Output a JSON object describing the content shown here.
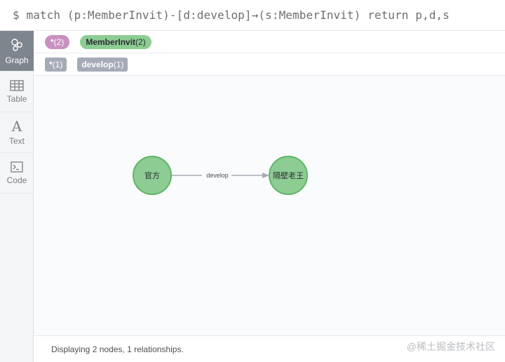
{
  "query": {
    "text": "$ match (p:MemberInvit)-[d:develop]→(s:MemberInvit) return p,d,s"
  },
  "sidebar": {
    "items": [
      {
        "label": "Graph",
        "icon": "graph-icon",
        "active": true
      },
      {
        "label": "Table",
        "icon": "table-icon",
        "active": false
      },
      {
        "label": "Text",
        "icon": "text-icon",
        "active": false
      },
      {
        "label": "Code",
        "icon": "code-icon",
        "active": false
      }
    ]
  },
  "legend": {
    "nodes": [
      {
        "label": "*",
        "count": "(2)",
        "color": "#c990c0"
      },
      {
        "label": "MemberInvit",
        "count": "(2)",
        "color": "#8dcc93"
      }
    ],
    "relationships": [
      {
        "label": "*",
        "count": "(1)",
        "color": "#a5abb6"
      },
      {
        "label": "develop",
        "count": "(1)",
        "color": "#a5abb6"
      }
    ]
  },
  "graph": {
    "nodes": [
      {
        "id": "p",
        "label": "官方",
        "color": "#8dcc93",
        "stroke": "#5db665"
      },
      {
        "id": "s",
        "label": "隔壁老王",
        "color": "#8dcc93",
        "stroke": "#5db665"
      }
    ],
    "relationship": {
      "type": "develop",
      "from": "p",
      "to": "s",
      "color": "#a5abb6"
    }
  },
  "status": {
    "text": "Displaying 2 nodes, 1 relationships."
  },
  "watermark": {
    "text": "@稀土掘金技术社区"
  }
}
